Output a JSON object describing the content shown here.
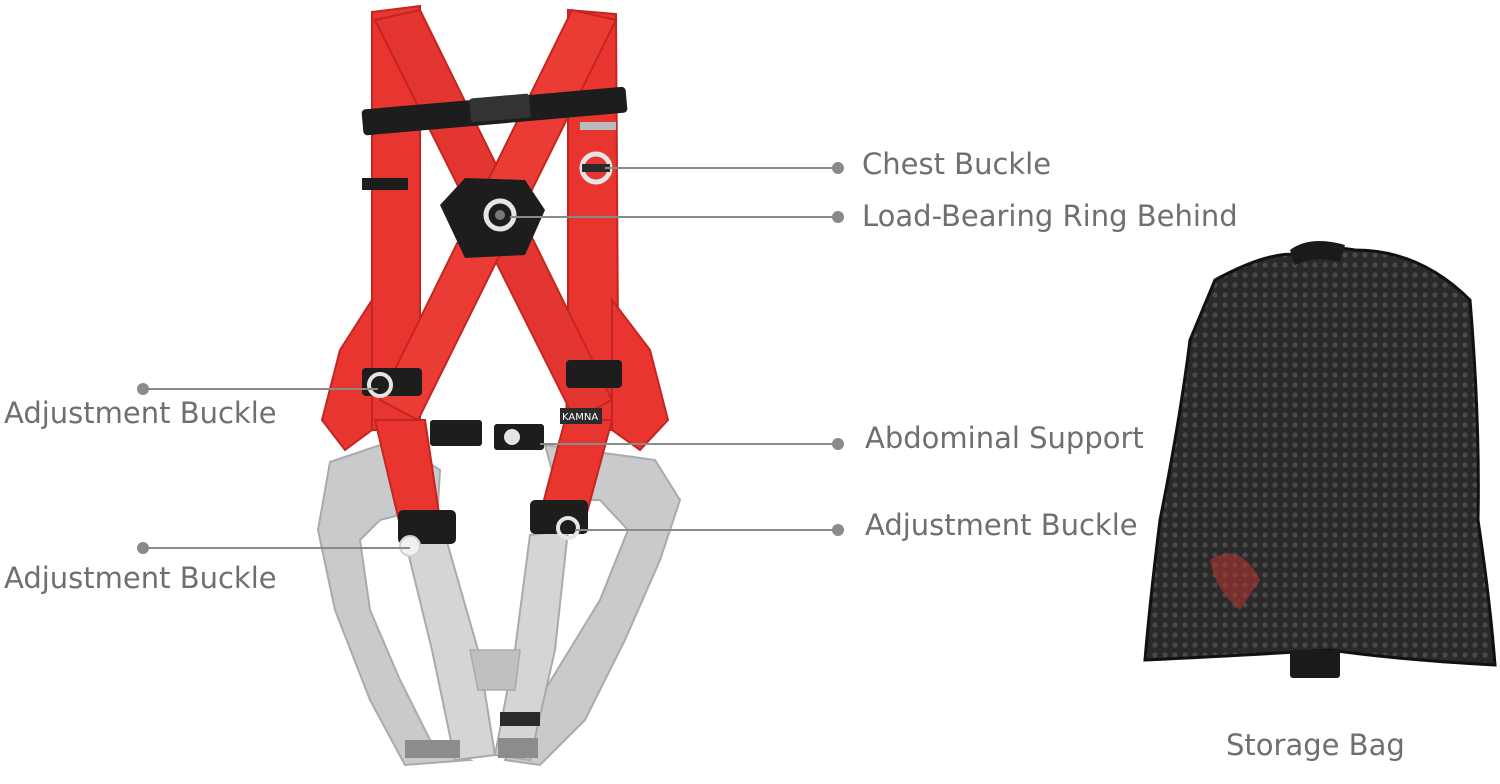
{
  "callouts": {
    "chest_buckle": "Chest Buckle",
    "load_ring": "Load-Bearing Ring Behind",
    "adjust_left_upper": "Adjustment Buckle",
    "adjust_left_lower": "Adjustment Buckle",
    "abdominal_support": "Abdominal Support",
    "adjust_right": "Adjustment Buckle",
    "storage_bag": "Storage Bag"
  },
  "product_marks": {
    "strap_brand": "KAMNA"
  },
  "colors": {
    "strap_red": "#e8352f",
    "leg_grey": "#c9cacc",
    "hardware_black": "#1d1d1d",
    "mesh_black": "#222222",
    "label_grey": "#6f6f6f",
    "leader_line": "#8a8a8a"
  },
  "icons": {
    "leader_dot": "circle-dot-icon"
  }
}
